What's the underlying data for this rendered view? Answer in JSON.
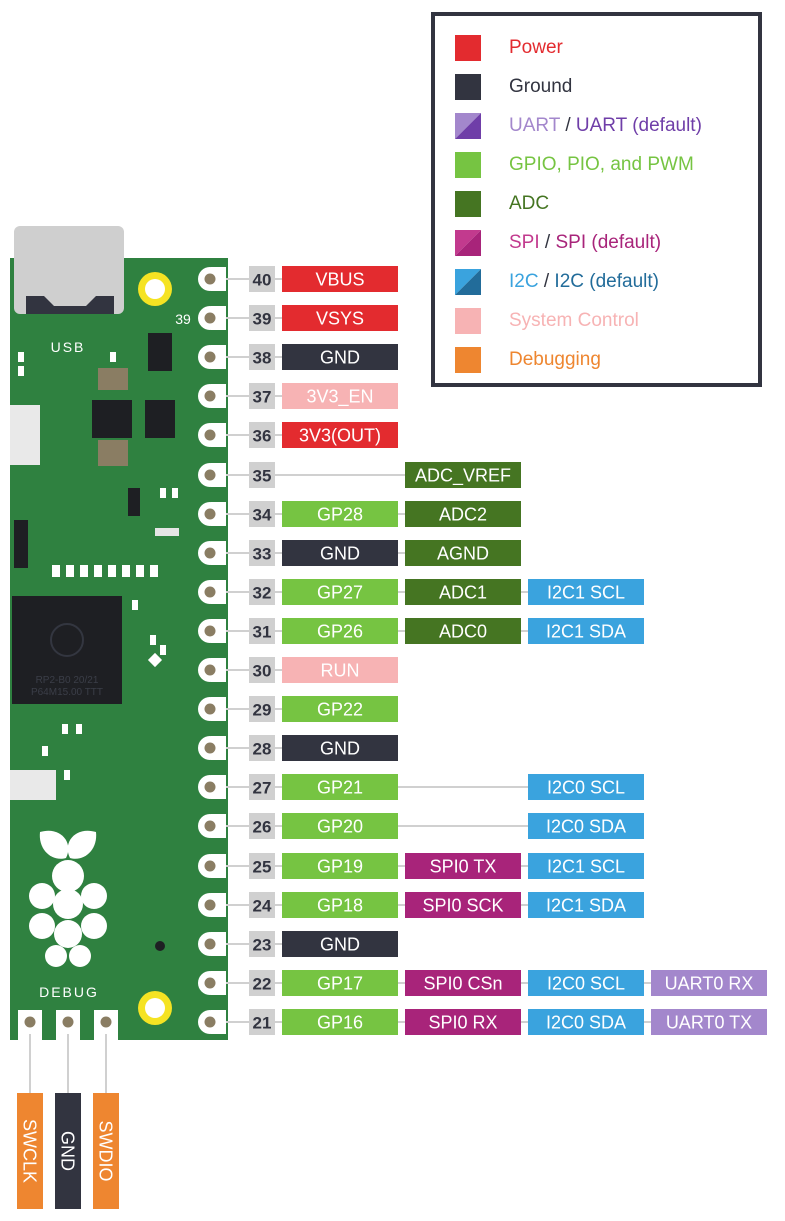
{
  "colors": {
    "power": "#e32b2f",
    "ground": "#323440",
    "uart": "#a387cc",
    "uart_default": "#6f3ea8",
    "gpio": "#76c442",
    "adc": "#457522",
    "spi": "#a8247a",
    "spi_default": "#c23a8e",
    "i2c": "#3aa3de",
    "i2c_default": "#226c9a",
    "system": "#f7b3b4",
    "debug": "#ee8630",
    "board": "#2f8140",
    "number_bg": "#d0d0d0"
  },
  "legend": [
    {
      "key": "power",
      "text": "Power",
      "color": "#e32b2f"
    },
    {
      "key": "ground",
      "text": "Ground",
      "color": "#323440"
    },
    {
      "key": "uart",
      "text": "UART",
      "text2": "UART (default)",
      "color": "#a387cc",
      "color2": "#6f3ea8",
      "split": true
    },
    {
      "key": "gpio",
      "text": "GPIO, PIO, and PWM",
      "color": "#76c442"
    },
    {
      "key": "adc",
      "text": "ADC",
      "color": "#457522"
    },
    {
      "key": "spi",
      "text": "SPI",
      "text2": "SPI (default)",
      "color": "#c23a8e",
      "color2": "#a8247a",
      "split": true
    },
    {
      "key": "i2c",
      "text": "I2C",
      "text2": "I2C (default)",
      "color": "#3aa3de",
      "color2": "#226c9a",
      "split": true
    },
    {
      "key": "system",
      "text": "System Control",
      "color": "#f7b3b4"
    },
    {
      "key": "debug",
      "text": "Debugging",
      "color": "#ee8630"
    }
  ],
  "legend_separator": "/",
  "board": {
    "usb_label": "USB",
    "debug_label": "DEBUG",
    "pin39_side_label": "39",
    "chip_text_1": "RP2-B0  20/21",
    "chip_text_2": "P64M15.00 TTT"
  },
  "pins": [
    {
      "num": "40",
      "labels": [
        {
          "col": 0,
          "text": "VBUS",
          "type": "power"
        }
      ]
    },
    {
      "num": "39",
      "labels": [
        {
          "col": 0,
          "text": "VSYS",
          "type": "power"
        }
      ]
    },
    {
      "num": "38",
      "labels": [
        {
          "col": 0,
          "text": "GND",
          "type": "ground"
        }
      ]
    },
    {
      "num": "37",
      "labels": [
        {
          "col": 0,
          "text": "3V3_EN",
          "type": "system"
        }
      ]
    },
    {
      "num": "36",
      "labels": [
        {
          "col": 0,
          "text": "3V3(OUT)",
          "type": "power"
        }
      ]
    },
    {
      "num": "35",
      "labels": [
        {
          "col": 1,
          "text": "ADC_VREF",
          "type": "adc"
        }
      ]
    },
    {
      "num": "34",
      "labels": [
        {
          "col": 0,
          "text": "GP28",
          "type": "gpio"
        },
        {
          "col": 1,
          "text": "ADC2",
          "type": "adc"
        }
      ]
    },
    {
      "num": "33",
      "labels": [
        {
          "col": 0,
          "text": "GND",
          "type": "ground"
        },
        {
          "col": 1,
          "text": "AGND",
          "type": "adc"
        }
      ]
    },
    {
      "num": "32",
      "labels": [
        {
          "col": 0,
          "text": "GP27",
          "type": "gpio"
        },
        {
          "col": 1,
          "text": "ADC1",
          "type": "adc"
        },
        {
          "col": 2,
          "text": "I2C1 SCL",
          "type": "i2c"
        }
      ]
    },
    {
      "num": "31",
      "labels": [
        {
          "col": 0,
          "text": "GP26",
          "type": "gpio"
        },
        {
          "col": 1,
          "text": "ADC0",
          "type": "adc"
        },
        {
          "col": 2,
          "text": "I2C1 SDA",
          "type": "i2c"
        }
      ]
    },
    {
      "num": "30",
      "labels": [
        {
          "col": 0,
          "text": "RUN",
          "type": "system"
        }
      ]
    },
    {
      "num": "29",
      "labels": [
        {
          "col": 0,
          "text": "GP22",
          "type": "gpio"
        }
      ]
    },
    {
      "num": "28",
      "labels": [
        {
          "col": 0,
          "text": "GND",
          "type": "ground"
        }
      ]
    },
    {
      "num": "27",
      "labels": [
        {
          "col": 0,
          "text": "GP21",
          "type": "gpio"
        },
        {
          "col": 2,
          "text": "I2C0 SCL",
          "type": "i2c"
        }
      ]
    },
    {
      "num": "26",
      "labels": [
        {
          "col": 0,
          "text": "GP20",
          "type": "gpio"
        },
        {
          "col": 2,
          "text": "I2C0 SDA",
          "type": "i2c"
        }
      ]
    },
    {
      "num": "25",
      "labels": [
        {
          "col": 0,
          "text": "GP19",
          "type": "gpio"
        },
        {
          "col": 1,
          "text": "SPI0 TX",
          "type": "spi"
        },
        {
          "col": 2,
          "text": "I2C1 SCL",
          "type": "i2c"
        }
      ]
    },
    {
      "num": "24",
      "labels": [
        {
          "col": 0,
          "text": "GP18",
          "type": "gpio"
        },
        {
          "col": 1,
          "text": "SPI0 SCK",
          "type": "spi"
        },
        {
          "col": 2,
          "text": "I2C1 SDA",
          "type": "i2c"
        }
      ]
    },
    {
      "num": "23",
      "labels": [
        {
          "col": 0,
          "text": "GND",
          "type": "ground"
        }
      ]
    },
    {
      "num": "22",
      "labels": [
        {
          "col": 0,
          "text": "GP17",
          "type": "gpio"
        },
        {
          "col": 1,
          "text": "SPI0 CSn",
          "type": "spi"
        },
        {
          "col": 2,
          "text": "I2C0 SCL",
          "type": "i2c"
        },
        {
          "col": 3,
          "text": "UART0 RX",
          "type": "uart"
        }
      ]
    },
    {
      "num": "21",
      "labels": [
        {
          "col": 0,
          "text": "GP16",
          "type": "gpio"
        },
        {
          "col": 1,
          "text": "SPI0 RX",
          "type": "spi"
        },
        {
          "col": 2,
          "text": "I2C0 SDA",
          "type": "i2c"
        },
        {
          "col": 3,
          "text": "UART0 TX",
          "type": "uart"
        }
      ]
    }
  ],
  "debug_pins": [
    {
      "text": "SWCLK",
      "type": "debug"
    },
    {
      "text": "GND",
      "type": "ground"
    },
    {
      "text": "SWDIO",
      "type": "debug"
    }
  ]
}
